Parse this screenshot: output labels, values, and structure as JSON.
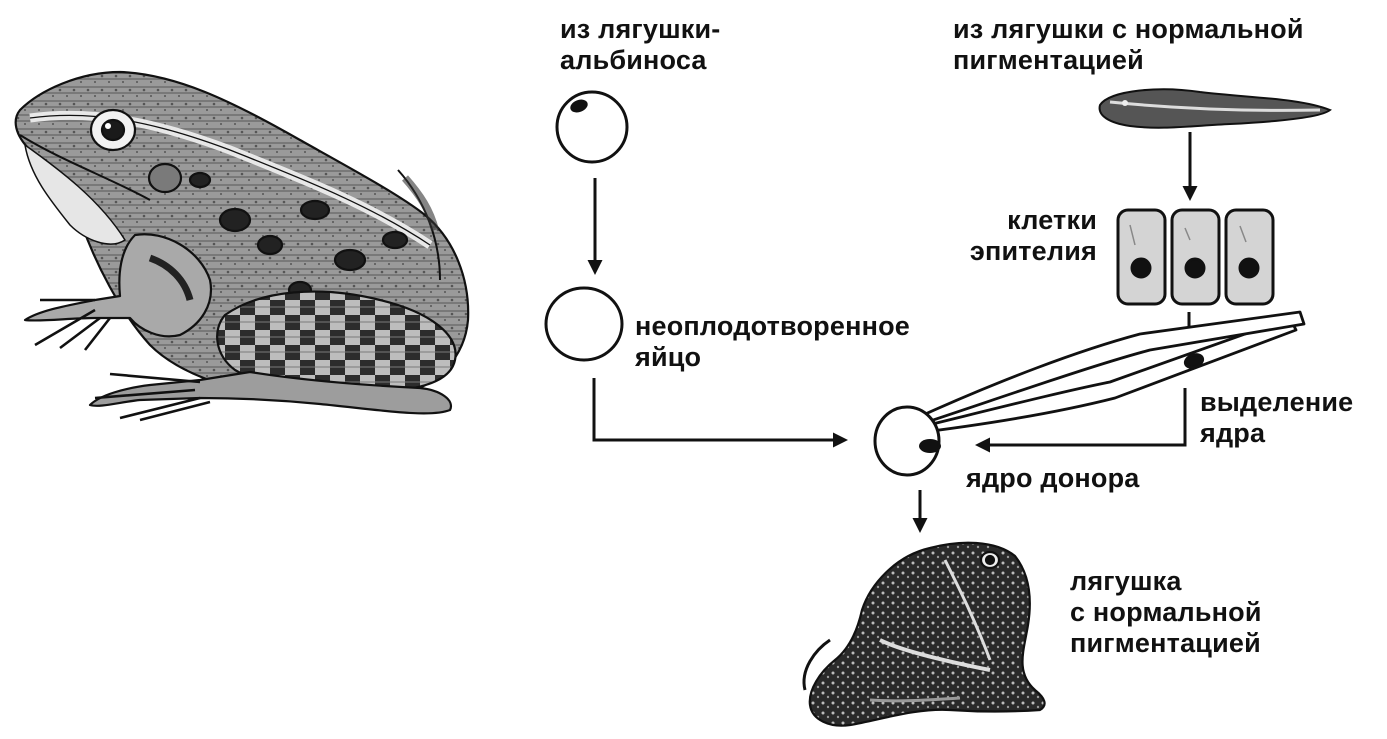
{
  "colors": {
    "ink": "#111111",
    "paper": "#ffffff",
    "cell_fill": "#d4d4d4",
    "frog_body": "#8a8a8a",
    "frog_dark": "#2a2a2a",
    "frog_light": "#e4e4e4"
  },
  "labels": {
    "albino_source": [
      "из лягушки-",
      "альбиноса"
    ],
    "normal_source": [
      "из лягушки с нормальной",
      "пигментацией"
    ],
    "epithelium_cells": [
      "клетки",
      "эпителия"
    ],
    "unfertilized_egg": [
      "неоплодотворенное",
      "яйцо"
    ],
    "nucleus_extraction": [
      "выделение",
      "ядра"
    ],
    "donor_nucleus": "ядро донора",
    "result_frog": [
      "лягушка",
      "с нормальной",
      "пигментацией"
    ]
  },
  "icons": {
    "adult_frog": "frog-illustration",
    "albino_egg": "egg-with-nucleus",
    "enucleated_egg": "empty-egg",
    "tadpole": "tadpole",
    "epithelium": "epithelial-cells",
    "pipette": "micropipette",
    "recipient_egg": "egg-with-donor-nucleus",
    "offspring_frog": "pigmented-frog"
  }
}
